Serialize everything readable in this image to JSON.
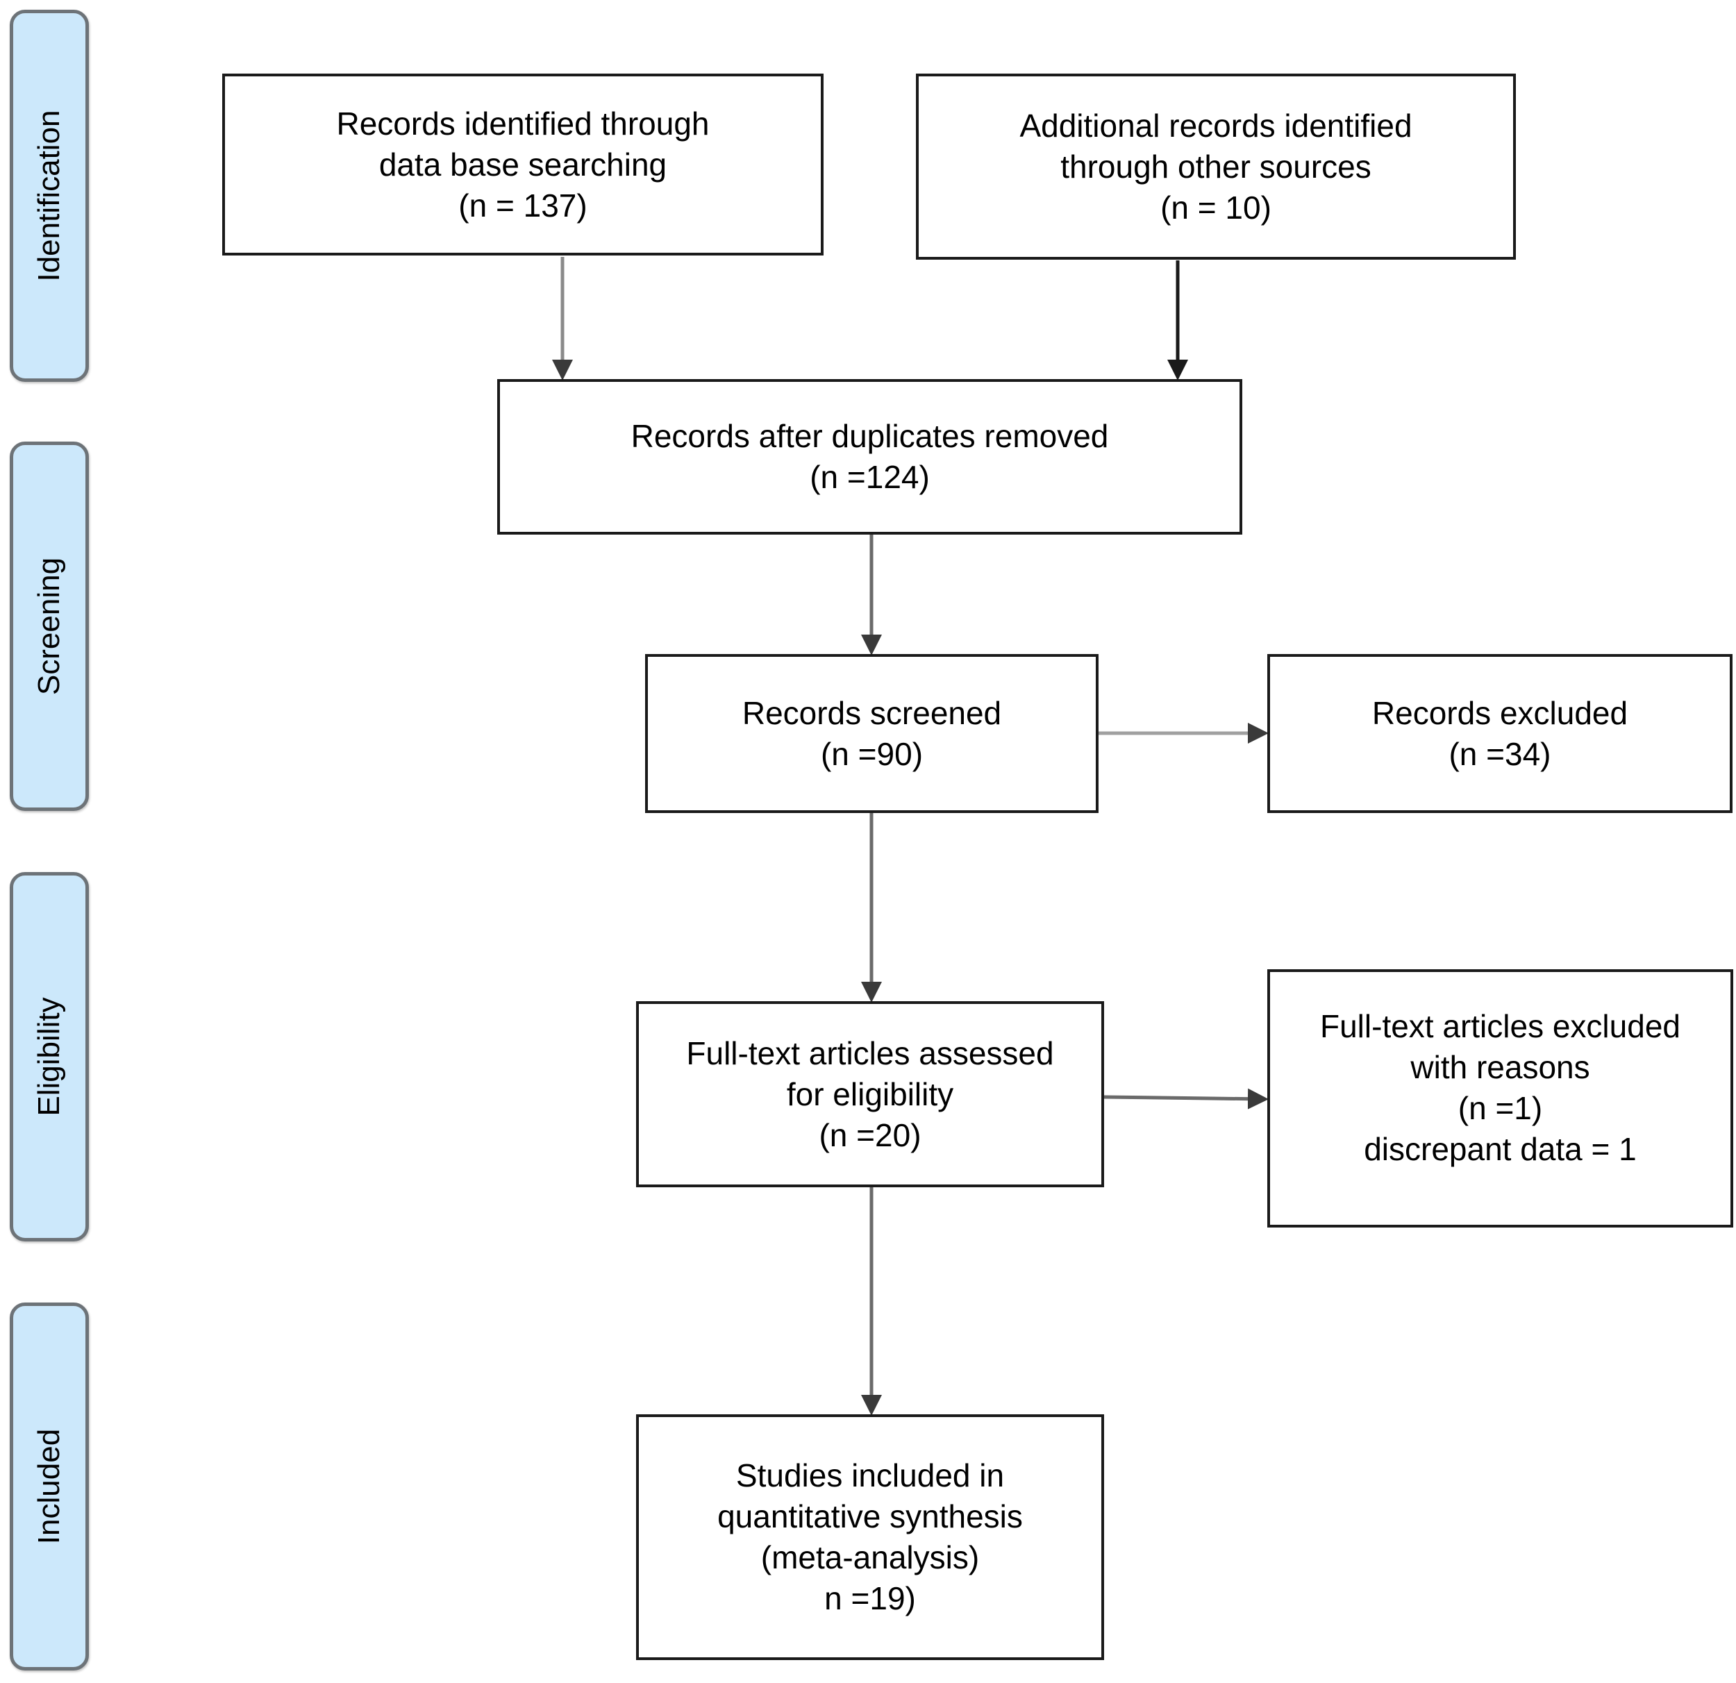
{
  "phases": {
    "identification": "Identification",
    "screening": "Screening",
    "eligibility": "Eligibility",
    "included": "Included"
  },
  "boxes": {
    "records_identified": {
      "lines": [
        "Records identified through",
        "data base searching",
        "(n = 137)"
      ]
    },
    "additional_records": {
      "lines": [
        "Additional records identified",
        "through other sources",
        "(n = 10)"
      ]
    },
    "after_duplicates": {
      "lines": [
        "Records after duplicates removed",
        "(n =124)"
      ]
    },
    "records_screened": {
      "lines": [
        "Records screened",
        "(n =90)"
      ]
    },
    "records_excluded": {
      "lines": [
        "Records excluded",
        "(n =34)"
      ]
    },
    "fulltext_assessed": {
      "lines": [
        "Full-text articles assessed",
        "for eligibility",
        "(n =20)"
      ]
    },
    "fulltext_excluded": {
      "lines": [
        "Full-text articles excluded",
        "with reasons",
        "(n =1)",
        "discrepant data = 1"
      ]
    },
    "studies_included": {
      "lines": [
        "Studies included in",
        "quantitative synthesis",
        "(meta-analysis)",
        "n =19)"
      ]
    }
  },
  "colors": {
    "phase_fill": "#cce8fb",
    "phase_border": "#6d7378",
    "box_border": "#1a1a1a",
    "arrow_gray": "#8a8a8a",
    "arrow_dark": "#1a1a1a"
  }
}
